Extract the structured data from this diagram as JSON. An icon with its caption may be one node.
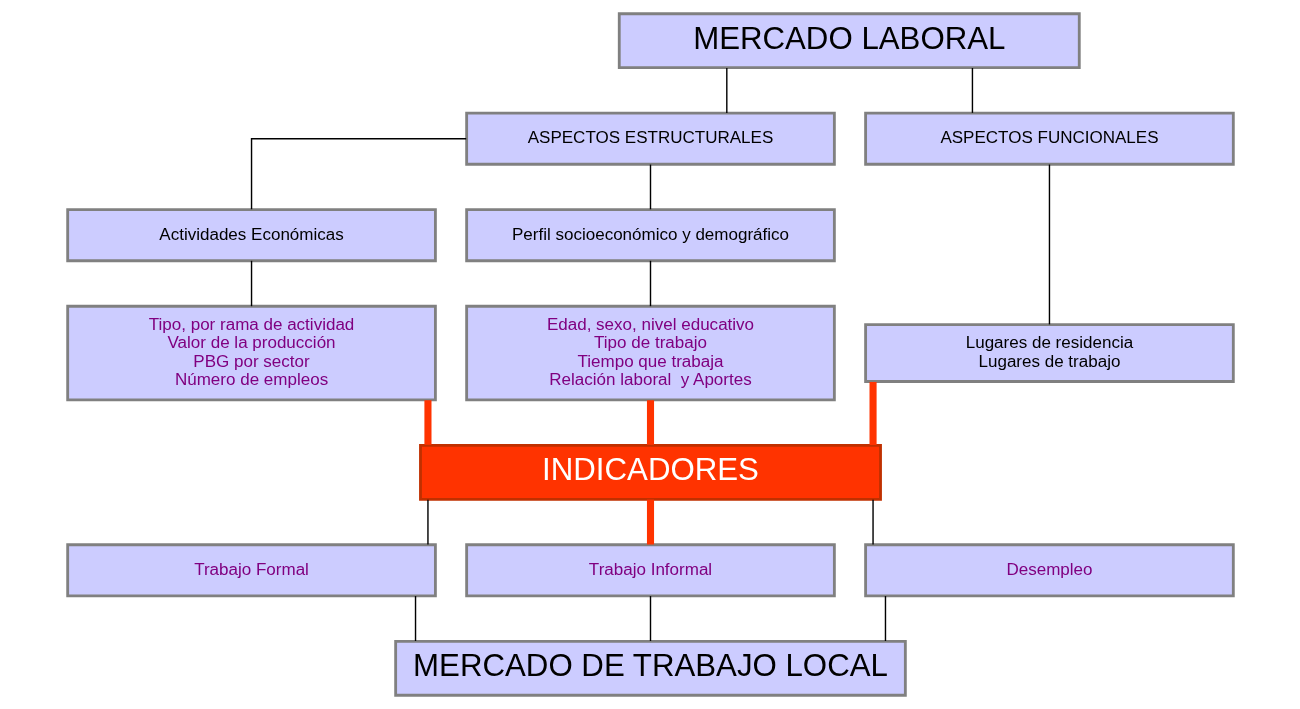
{
  "diagram": {
    "nodes": [
      {
        "text": [
          "MERCADO LABORAL"
        ]
      },
      {
        "text": [
          "ASPECTOS ESTRUCTURALES"
        ]
      },
      {
        "text": [
          "ASPECTOS FUNCIONALES"
        ]
      },
      {
        "text": [
          "Actividades Económicas"
        ]
      },
      {
        "text": [
          "Perfil socioeconómico y demográfico"
        ]
      },
      {
        "text": [
          "Lugares de residencia",
          "Lugares de trabajo"
        ]
      },
      {
        "text": [
          "Tipo, por rama de actividad",
          "Valor de la producción",
          "PBG por sector",
          "Número de empleos"
        ]
      },
      {
        "text": [
          "Edad, sexo, nivel educativo",
          "Tipo de trabajo",
          "Tiempo que trabaja",
          "Relación laboral  y Aportes"
        ]
      },
      {
        "text": [
          "INDICADORES"
        ]
      },
      {
        "text": [
          "Trabajo Formal"
        ]
      },
      {
        "text": [
          "Trabajo Informal"
        ]
      },
      {
        "text": [
          "Desempleo"
        ]
      },
      {
        "text": [
          "MERCADO DE TRABAJO LOCAL"
        ]
      }
    ],
    "edges": [
      {
        "from": 0,
        "to": 1,
        "arrow": "none"
      },
      {
        "from": 0,
        "to": 2,
        "arrow": "none"
      },
      {
        "from": 1,
        "to": 3,
        "arrow": "none"
      },
      {
        "from": 1,
        "to": 4,
        "arrow": "none"
      },
      {
        "from": 2,
        "to": 5,
        "arrow": "none"
      },
      {
        "from": 3,
        "to": 6,
        "arrow": "none"
      },
      {
        "from": 4,
        "to": 7,
        "arrow": "none"
      },
      {
        "from": 6,
        "to": 8,
        "arrow": "none",
        "style": "thick",
        "color": "#ff3300"
      },
      {
        "from": 7,
        "to": 8,
        "arrow": "none",
        "style": "thick",
        "color": "#ff3300"
      },
      {
        "from": 5,
        "to": 8,
        "arrow": "none",
        "style": "thick",
        "color": "#ff3300"
      },
      {
        "from": 8,
        "to": 9,
        "arrow": "none"
      },
      {
        "from": 8,
        "to": 10,
        "arrow": "none",
        "style": "thick",
        "color": "#ff3300"
      },
      {
        "from": 8,
        "to": 11,
        "arrow": "none"
      },
      {
        "from": 9,
        "to": 12,
        "arrow": "none"
      },
      {
        "from": 10,
        "to": 12,
        "arrow": "none"
      },
      {
        "from": 11,
        "to": 12,
        "arrow": "none"
      }
    ]
  }
}
